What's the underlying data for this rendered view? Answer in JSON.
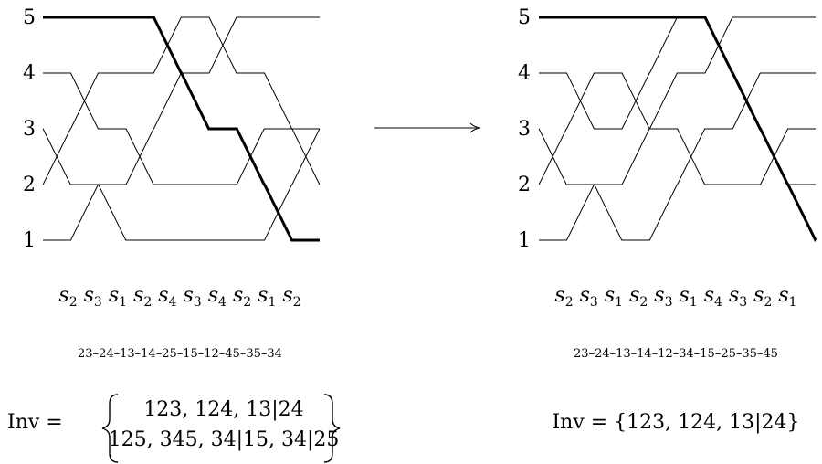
{
  "levels": [
    "1",
    "2",
    "3",
    "4",
    "5"
  ],
  "arrow": "⟶",
  "left": {
    "generators": [
      {
        "s": "s",
        "i": "2"
      },
      {
        "s": "s",
        "i": "3"
      },
      {
        "s": "s",
        "i": "1"
      },
      {
        "s": "s",
        "i": "2"
      },
      {
        "s": "s",
        "i": "4"
      },
      {
        "s": "s",
        "i": "3"
      },
      {
        "s": "s",
        "i": "4"
      },
      {
        "s": "s",
        "i": "2"
      },
      {
        "s": "s",
        "i": "1"
      },
      {
        "s": "s",
        "i": "2"
      }
    ],
    "triples": "23–24–13–14–25–15–12–45–35–34",
    "inv_label": "Inv =",
    "inv_line1": "123,  124,  13|24",
    "inv_line2": "125,  345,  34|15,  34|25",
    "strands": {
      "1": [
        1,
        1,
        2,
        2,
        3,
        4,
        4,
        5,
        5,
        5,
        5
      ],
      "2": [
        2,
        3,
        4,
        4,
        4,
        5,
        5,
        4,
        4,
        3,
        3
      ],
      "3": [
        3,
        2,
        2,
        1,
        1,
        1,
        1,
        1,
        1,
        2,
        3
      ],
      "4": [
        4,
        4,
        3,
        3,
        2,
        2,
        2,
        2,
        3,
        3,
        2
      ],
      "5": [
        5,
        5,
        5,
        5,
        5,
        4,
        3,
        3,
        2,
        1,
        1
      ]
    },
    "highlight": "5"
  },
  "right": {
    "generators": [
      {
        "s": "s",
        "i": "2"
      },
      {
        "s": "s",
        "i": "3"
      },
      {
        "s": "s",
        "i": "1"
      },
      {
        "s": "s",
        "i": "2"
      },
      {
        "s": "s",
        "i": "3"
      },
      {
        "s": "s",
        "i": "1"
      },
      {
        "s": "s",
        "i": "4"
      },
      {
        "s": "s",
        "i": "3"
      },
      {
        "s": "s",
        "i": "2"
      },
      {
        "s": "s",
        "i": "1"
      }
    ],
    "triples": "23–24–13–14–12–34–15–25–35–45",
    "inv_text": "Inv = {123,  124,  13|24}",
    "strands": {
      "1": [
        1,
        1,
        2,
        2,
        3,
        4,
        4,
        5,
        5,
        5,
        5
      ],
      "2": [
        2,
        3,
        4,
        4,
        3,
        3,
        2,
        2,
        2,
        3,
        3
      ],
      "3": [
        3,
        2,
        2,
        1,
        1,
        2,
        3,
        3,
        4,
        4,
        4
      ],
      "4": [
        4,
        4,
        3,
        3,
        4,
        5,
        5,
        4,
        3,
        2,
        2
      ],
      "5": [
        5,
        5,
        5,
        5,
        5,
        5,
        5,
        4,
        3,
        2,
        1
      ]
    },
    "highlight": "5"
  }
}
